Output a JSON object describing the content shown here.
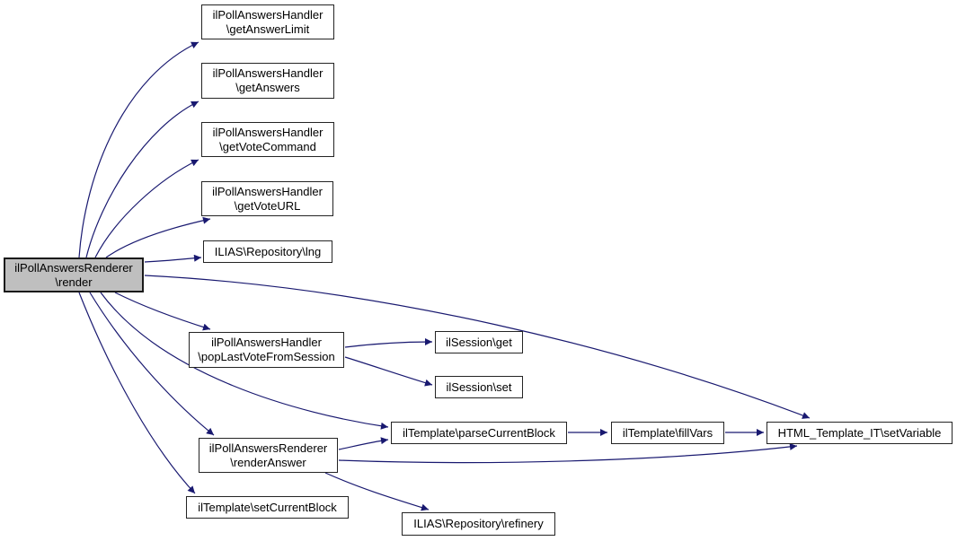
{
  "graph": {
    "type": "doxygen-call-graph",
    "root_function": "ilPollAnswersRenderer\\render",
    "edge_color": "#191970",
    "node_border_color": "#242424",
    "node_fill": "#ffffff",
    "highlight_fill": "#bfbfbf",
    "nodes": {
      "render": {
        "line1": "ilPollAnswersRenderer",
        "line2": "\\render",
        "highlighted": true
      },
      "getAnswerLimit": {
        "line1": "ilPollAnswersHandler",
        "line2": "\\getAnswerLimit"
      },
      "getAnswers": {
        "line1": "ilPollAnswersHandler",
        "line2": "\\getAnswers"
      },
      "getVoteCommand": {
        "line1": "ilPollAnswersHandler",
        "line2": "\\getVoteCommand"
      },
      "getVoteURL": {
        "line1": "ilPollAnswersHandler",
        "line2": "\\getVoteURL"
      },
      "lng": {
        "line1": "ILIAS\\Repository\\lng"
      },
      "popLastVoteFromSession": {
        "line1": "ilPollAnswersHandler",
        "line2": "\\popLastVoteFromSession"
      },
      "sessionGet": {
        "line1": "ilSession\\get"
      },
      "sessionSet": {
        "line1": "ilSession\\set"
      },
      "renderAnswer": {
        "line1": "ilPollAnswersRenderer",
        "line2": "\\renderAnswer"
      },
      "setCurrentBlock": {
        "line1": "ilTemplate\\setCurrentBlock"
      },
      "refinery": {
        "line1": "ILIAS\\Repository\\refinery"
      },
      "parseCurrentBlock": {
        "line1": "ilTemplate\\parseCurrentBlock"
      },
      "fillVars": {
        "line1": "ilTemplate\\fillVars"
      },
      "setVariable": {
        "line1": "HTML_Template_IT\\setVariable"
      }
    },
    "edges": [
      {
        "from": "ilPollAnswersRenderer\\render",
        "to": "ilPollAnswersHandler\\getAnswerLimit"
      },
      {
        "from": "ilPollAnswersRenderer\\render",
        "to": "ilPollAnswersHandler\\getAnswers"
      },
      {
        "from": "ilPollAnswersRenderer\\render",
        "to": "ilPollAnswersHandler\\getVoteCommand"
      },
      {
        "from": "ilPollAnswersRenderer\\render",
        "to": "ilPollAnswersHandler\\getVoteURL"
      },
      {
        "from": "ilPollAnswersRenderer\\render",
        "to": "ILIAS\\Repository\\lng"
      },
      {
        "from": "ilPollAnswersRenderer\\render",
        "to": "HTML_Template_IT\\setVariable"
      },
      {
        "from": "ilPollAnswersRenderer\\render",
        "to": "ilPollAnswersHandler\\popLastVoteFromSession"
      },
      {
        "from": "ilPollAnswersRenderer\\render",
        "to": "ilTemplate\\parseCurrentBlock"
      },
      {
        "from": "ilPollAnswersRenderer\\render",
        "to": "ilPollAnswersRenderer\\renderAnswer"
      },
      {
        "from": "ilPollAnswersRenderer\\render",
        "to": "ilTemplate\\setCurrentBlock"
      },
      {
        "from": "ilPollAnswersHandler\\popLastVoteFromSession",
        "to": "ilSession\\get"
      },
      {
        "from": "ilPollAnswersHandler\\popLastVoteFromSession",
        "to": "ilSession\\set"
      },
      {
        "from": "ilPollAnswersRenderer\\renderAnswer",
        "to": "ilTemplate\\parseCurrentBlock"
      },
      {
        "from": "ilPollAnswersRenderer\\renderAnswer",
        "to": "HTML_Template_IT\\setVariable"
      },
      {
        "from": "ilPollAnswersRenderer\\renderAnswer",
        "to": "ILIAS\\Repository\\refinery"
      },
      {
        "from": "ilTemplate\\parseCurrentBlock",
        "to": "ilTemplate\\fillVars"
      },
      {
        "from": "ilTemplate\\fillVars",
        "to": "HTML_Template_IT\\setVariable"
      }
    ]
  }
}
